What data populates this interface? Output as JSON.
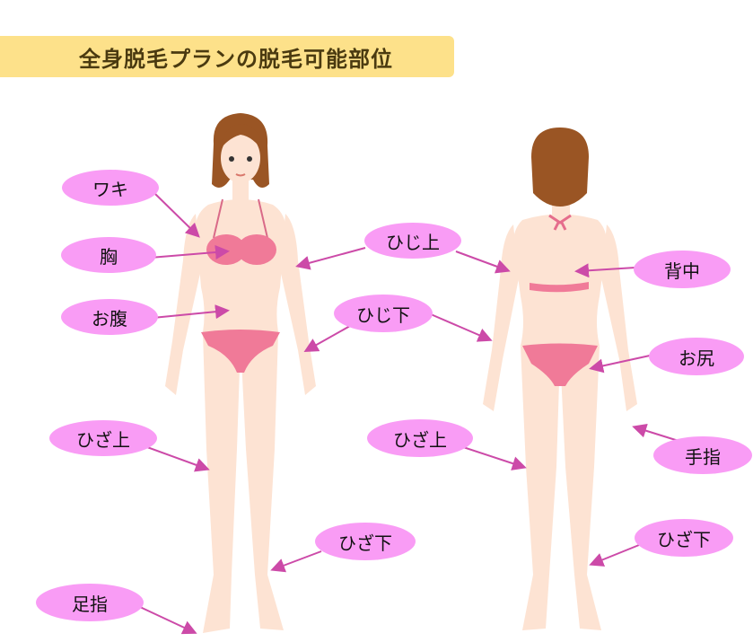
{
  "title": "全身脱毛プランの脱毛可能部位",
  "colors": {
    "title_bg": "#fde18a",
    "title_text": "#4a3a10",
    "bubble": "#f99cf5",
    "arrow": "#cc4aa8",
    "skin": "#fde3d3",
    "bikini": "#f07a98",
    "hair": "#9a5524"
  },
  "front_labels": [
    {
      "id": "waki",
      "label": "ワキ"
    },
    {
      "id": "mune",
      "label": "胸"
    },
    {
      "id": "onaka",
      "label": "お腹"
    },
    {
      "id": "hiza_ue_front",
      "label": "ひざ上"
    },
    {
      "id": "ashiyubi",
      "label": "足指"
    },
    {
      "id": "hiji_ue",
      "label": "ひじ上"
    },
    {
      "id": "hiji_shita",
      "label": "ひじ下"
    },
    {
      "id": "hiza_shita_front",
      "label": "ひざ下"
    }
  ],
  "back_labels": [
    {
      "id": "senaka",
      "label": "背中"
    },
    {
      "id": "oshiri",
      "label": "お尻"
    },
    {
      "id": "teyubi",
      "label": "手指"
    },
    {
      "id": "hiza_ue_back",
      "label": "ひざ上"
    },
    {
      "id": "hiza_shita_back",
      "label": "ひざ下"
    }
  ]
}
